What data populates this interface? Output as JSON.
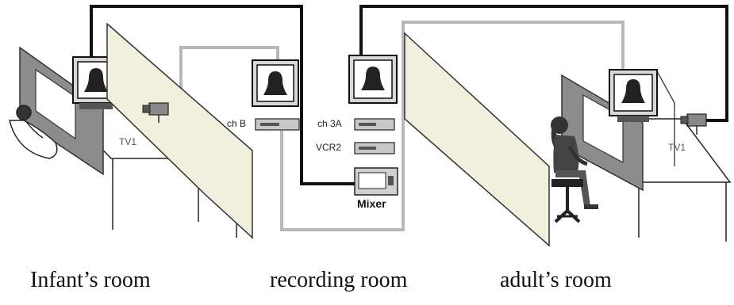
{
  "rooms": {
    "infant": "Infant’s room",
    "recording": "recording room",
    "adult": "adult’s room"
  },
  "labels": {
    "vcr_b": "ch B",
    "vcr_a": "ch 3A",
    "vcr_2": "VCR2",
    "mixer": "Mixer",
    "tv_infant": "TV1",
    "tv_adult": "TV1"
  },
  "colors": {
    "black_cable": "#111111",
    "gray_cable": "#b5b5b5",
    "partition": "#f1f0dc",
    "panel_dark": "#8c8c8c"
  }
}
